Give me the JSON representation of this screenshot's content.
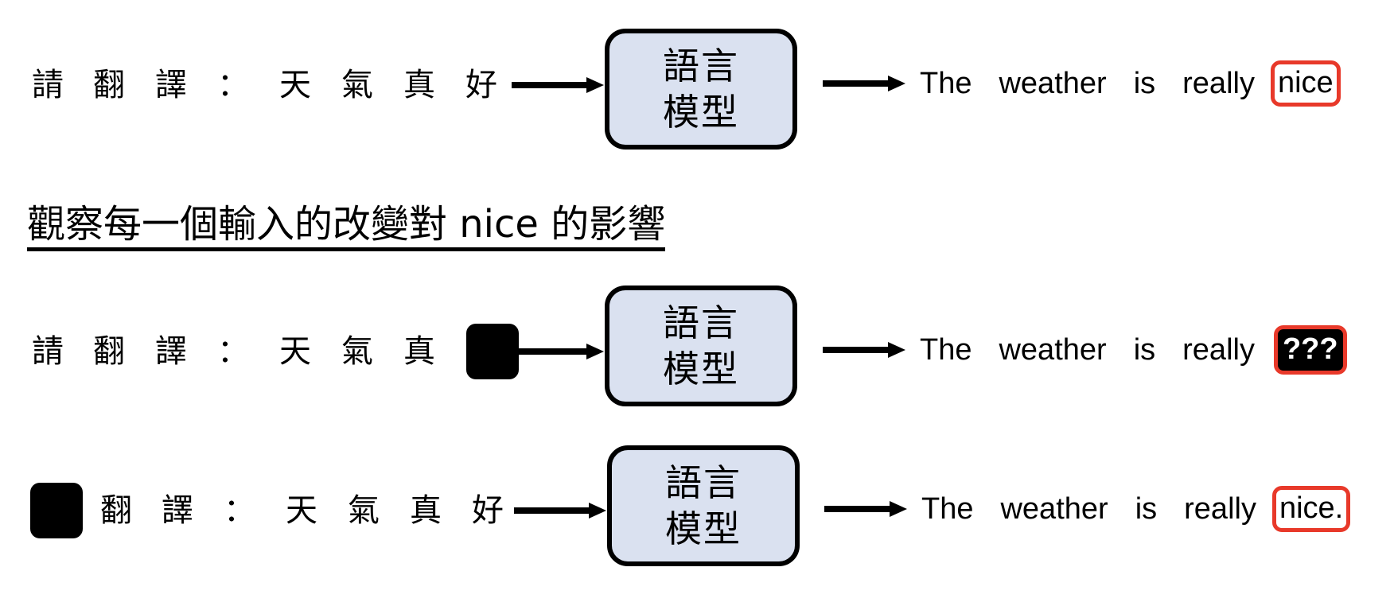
{
  "rows": [
    {
      "input_tokens": [
        "請",
        "翻",
        "譯",
        "：",
        "天",
        "氣",
        "真",
        "好"
      ],
      "masked_index": null,
      "model_label": [
        "語言",
        "模型"
      ],
      "output_words": [
        "The",
        "weather",
        "is",
        "really"
      ],
      "target_word": "nice",
      "target_masked": false
    },
    {
      "input_tokens": [
        "請",
        "翻",
        "譯",
        "：",
        "天",
        "氣",
        "真"
      ],
      "masked_index": 7,
      "model_label": [
        "語言",
        "模型"
      ],
      "output_words": [
        "The",
        "weather",
        "is",
        "really"
      ],
      "target_word": "???",
      "target_masked": true
    },
    {
      "input_tokens": [
        "翻",
        "譯",
        "：",
        "天",
        "氣",
        "真",
        "好"
      ],
      "masked_index": 0,
      "model_label": [
        "語言",
        "模型"
      ],
      "output_words": [
        "The",
        "weather",
        "is",
        "really"
      ],
      "target_word": "nice.",
      "target_masked": false
    }
  ],
  "heading": "觀察每一個輸入的改變對 nice 的影響",
  "colors": {
    "model_fill": "#dae1f0",
    "highlight_border": "#e8392a",
    "mask": "#000000"
  }
}
